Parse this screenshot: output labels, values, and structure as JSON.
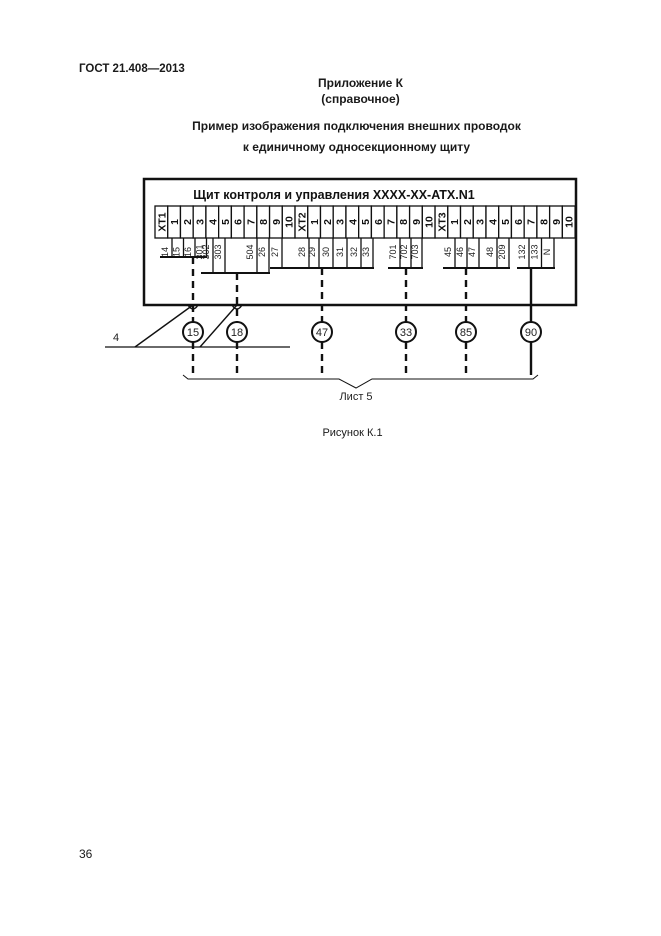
{
  "header": {
    "standard": "ГОСТ 21.408—2013",
    "appendix_title": "Приложение К",
    "appendix_note": "(справочное)",
    "title_line1": "Пример изображения подключения внешних проводок",
    "title_line2": "к единичному односекционному щиту"
  },
  "diagram": {
    "panel_title": "Щит контроля и управления XXXX-XX-ATX.N1",
    "terminal_blocks": [
      {
        "name": "XT1",
        "terminals": [
          "1",
          "2",
          "3",
          "4",
          "5",
          "6",
          "7",
          "8",
          "9",
          "10"
        ]
      },
      {
        "name": "XT2",
        "terminals": [
          "1",
          "2",
          "3",
          "4",
          "5",
          "6",
          "7",
          "8",
          "9",
          "10"
        ]
      },
      {
        "name": "XT3",
        "terminals": [
          "1",
          "2",
          "3",
          "4",
          "5",
          "6",
          "7",
          "8",
          "9",
          "10"
        ]
      }
    ],
    "wire_groups": [
      {
        "wires": [
          "14",
          "15",
          "16",
          "301"
        ],
        "cable": "15",
        "line": "dashed"
      },
      {
        "wires": [
          "302",
          "303",
          "504",
          "26"
        ],
        "cable": "18",
        "line": "dashed"
      },
      {
        "wires": [
          "27",
          "28",
          "29",
          "30",
          "31",
          "32",
          "33"
        ],
        "cable": "47",
        "line": "dashed"
      },
      {
        "wires": [
          "701",
          "702",
          "703"
        ],
        "cable": "33",
        "line": "dashed"
      },
      {
        "wires": [
          "45",
          "46",
          "47",
          "48",
          "209"
        ],
        "cable": "85",
        "line": "dashed"
      },
      {
        "wires": [
          "132",
          "133",
          "N"
        ],
        "cable": "90",
        "line": "solid"
      }
    ],
    "callout_label": "4",
    "sheet_ref": "Лист 5"
  },
  "figure_caption": "Рисунок К.1",
  "page_number": "36"
}
